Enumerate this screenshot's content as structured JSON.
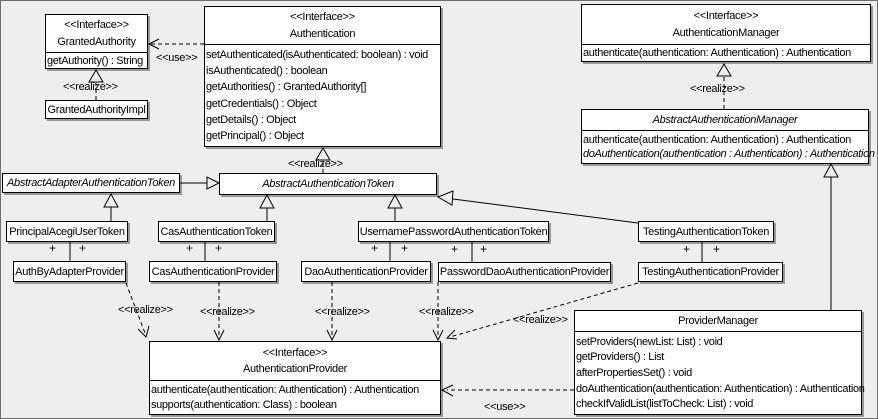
{
  "diagram_title": "Acegi Security authentication class diagram",
  "colors": {
    "background": "#eeeeee",
    "box_fill": "#ffffff",
    "line": "#000000",
    "shadow": "#999999"
  },
  "edge_labels": {
    "use": "<<use>>",
    "realize": "<<realize>>"
  },
  "marks": {
    "plus": "+"
  },
  "classes": {
    "granted_authority": {
      "stereotype": "<<Interface>>",
      "name": "GrantedAuthority",
      "methods": [
        "getAuthority() : String"
      ]
    },
    "granted_authority_impl": {
      "name": "GrantedAuthorityImpl"
    },
    "authentication": {
      "stereotype": "<<Interface>>",
      "name": "Authentication",
      "methods": [
        "setAuthenticated(isAuthenticated: boolean) : void",
        "isAuthenticated() : boolean",
        "getAuthorities() : GrantedAuthority[]",
        "getCredentials() : Object",
        "getDetails() : Object",
        "getPrincipal() : Object"
      ]
    },
    "authentication_manager": {
      "stereotype": "<<Interface>>",
      "name": "AuthenticationManager",
      "methods": [
        "authenticate(authentication: Authentication) : Authentication"
      ]
    },
    "abstract_authentication_manager": {
      "name": "AbstractAuthenticationManager",
      "methods": [
        "authenticate(authentication: Authentication) : Authentication",
        "doAuthentication(authentication : Authentication) : Authentication"
      ]
    },
    "abstract_adapter_authentication_token": {
      "name": "AbstractAdapterAuthenticationToken"
    },
    "abstract_authentication_token": {
      "name": "AbstractAuthenticationToken"
    },
    "principal_acegi_user_token": {
      "name": "PrincipalAcegiUserToken"
    },
    "cas_authentication_token": {
      "name": "CasAuthenticationToken"
    },
    "username_password_authentication_token": {
      "name": "UsernamePasswordAuthenticationToken"
    },
    "testing_authentication_token": {
      "name": "TestingAuthenticationToken"
    },
    "auth_by_adapter_provider": {
      "name": "AuthByAdapterProvider"
    },
    "cas_authentication_provider": {
      "name": "CasAuthenticationProvider"
    },
    "dao_authentication_provider": {
      "name": "DaoAuthenticationProvider"
    },
    "password_dao_authentication_provider": {
      "name": "PasswordDaoAuthenticationProvider"
    },
    "testing_authentication_provider": {
      "name": "TestingAuthenticationProvider"
    },
    "provider_manager": {
      "name": "ProviderManager",
      "methods": [
        "setProviders(newList: List) : void",
        "getProviders() : List",
        "afterPropertiesSet() : void",
        "doAuthentication(authentication: Authentication) : Authentication",
        "checkIfValidList(listToCheck: List) : void"
      ]
    },
    "authentication_provider": {
      "stereotype": "<<Interface>>",
      "name": "AuthenticationProvider",
      "methods": [
        "authenticate(authentication: Authentication) : Authentication",
        "supports(authentication: Class) : boolean"
      ]
    }
  }
}
